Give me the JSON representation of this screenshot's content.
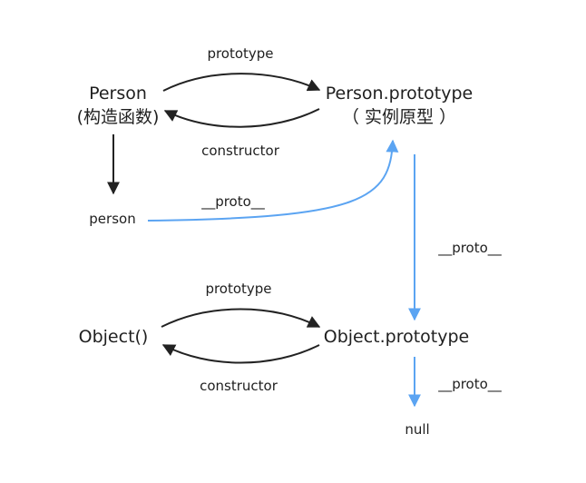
{
  "nodes": {
    "person_constructor": "Person",
    "person_constructor_note": "(构造函数)",
    "person_prototype": "Person.prototype",
    "person_prototype_note": "（ 实例原型 ）",
    "person_instance": "person",
    "object_constructor": "Object()",
    "object_prototype": "Object.prototype",
    "null_node": "null"
  },
  "edges": {
    "person_prototype_label": "prototype",
    "person_constructor_label": "constructor",
    "instance_proto_label": "__proto__",
    "prototype_chain_label": "__proto__",
    "object_prototype_label": "prototype",
    "object_constructor_label": "constructor",
    "object_proto_label": "__proto__"
  },
  "colors": {
    "dark_arrow": "#222222",
    "proto_arrow": "#5ba4f2"
  }
}
